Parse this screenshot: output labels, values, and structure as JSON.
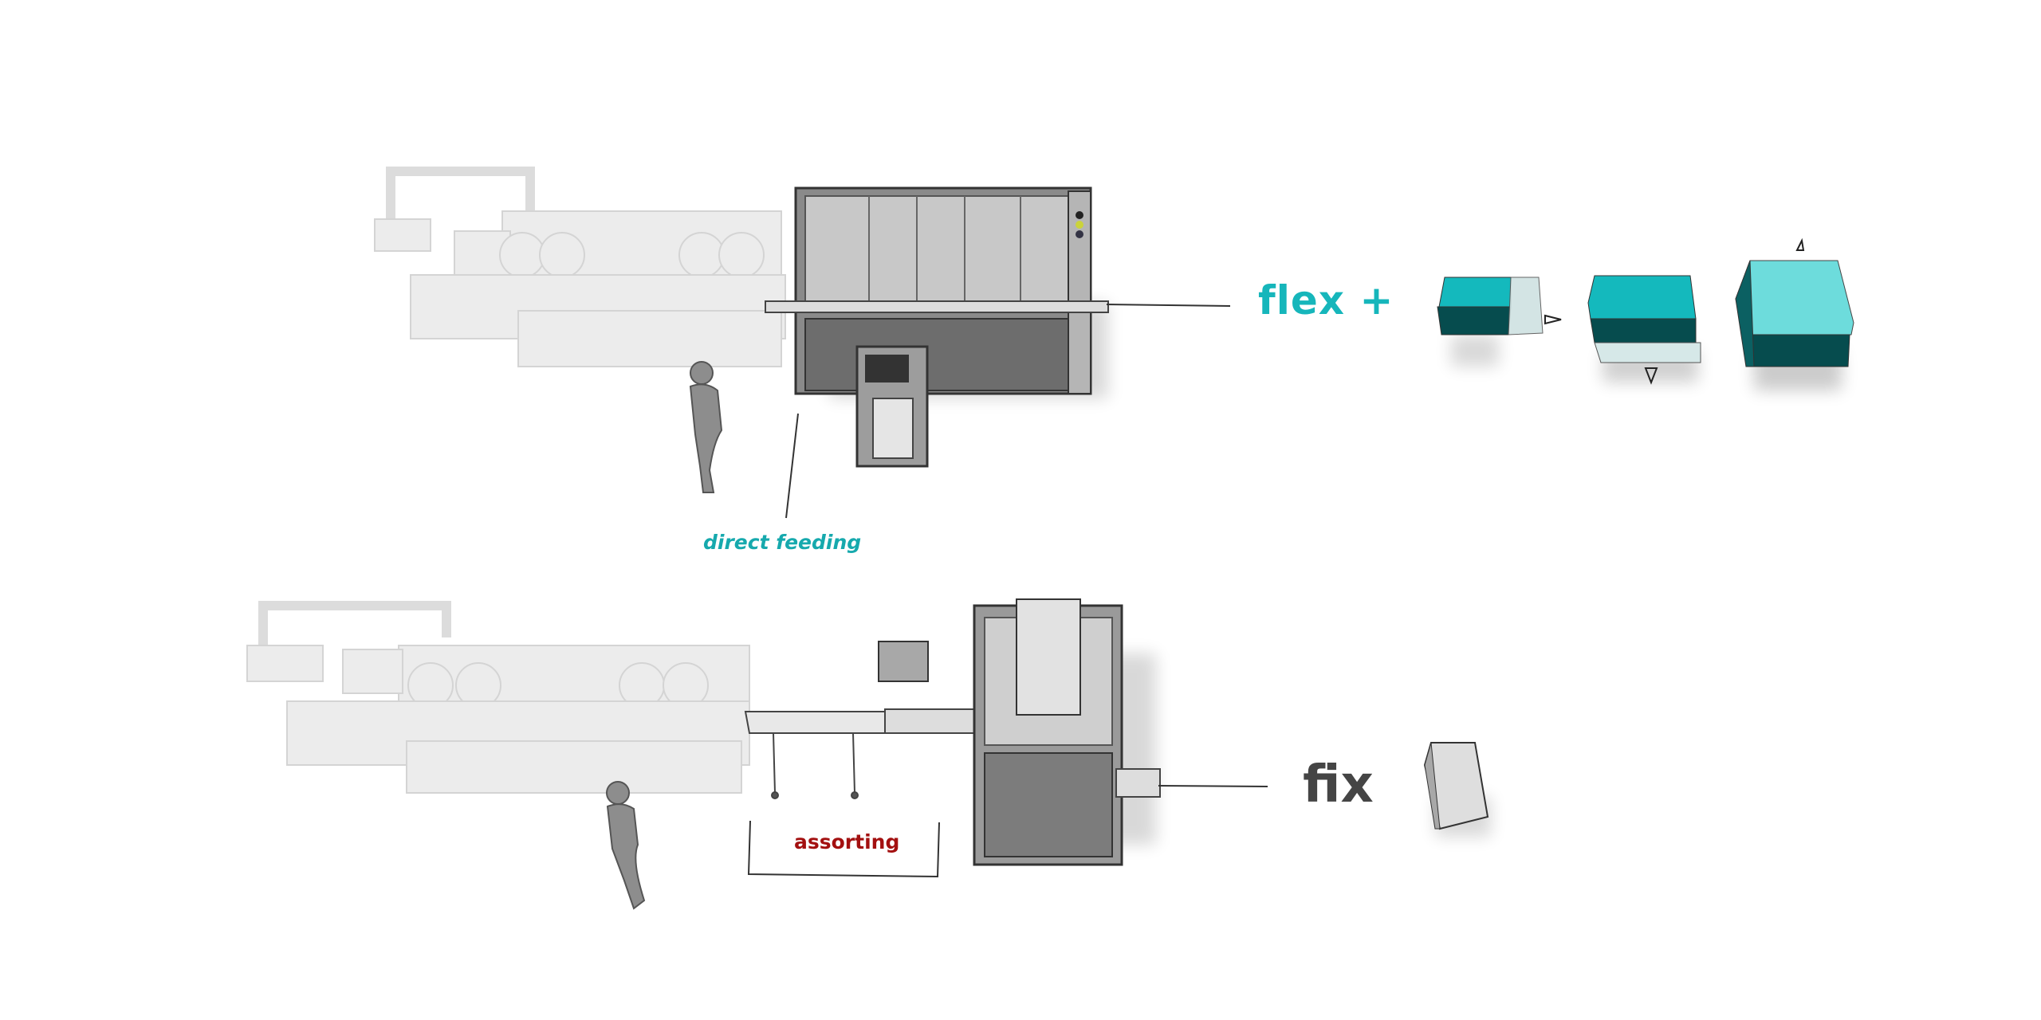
{
  "labels": {
    "flex": "flex +",
    "direct_feeding": "direct feeding",
    "fix": "fix",
    "assorting": "assorting"
  },
  "colors": {
    "teal": "#16b6bb",
    "teal_dark": "#054a4c",
    "fix_text": "#454545",
    "assorting_text": "#a31010",
    "machine_dark": "#5a5a5a",
    "machine_faded": "#e6e6e6"
  }
}
